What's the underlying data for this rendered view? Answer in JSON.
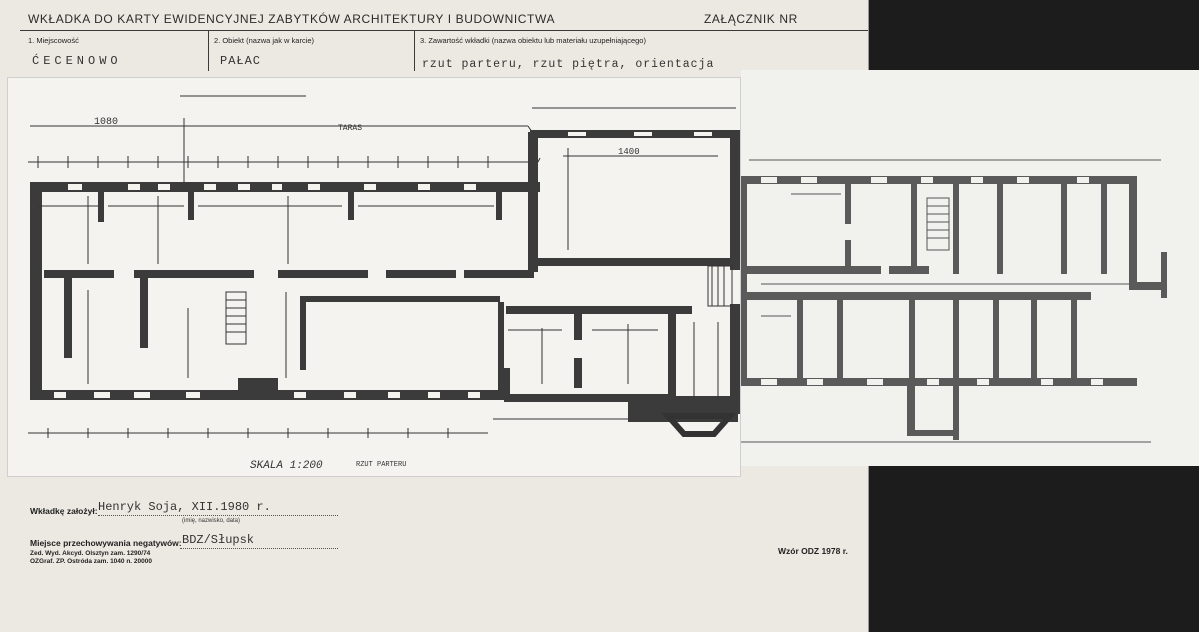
{
  "header": {
    "title": "WKŁADKA DO KARTY EWIDENCYJNEJ ZABYTKÓW ARCHITEKTURY I BUDOWNICTWA",
    "attachment_label": "ZAŁĄCZNIK NR"
  },
  "fields": {
    "place_label": "1. Miejscowość",
    "place_value": "ĆECENOWO",
    "object_label": "2. Obiekt (nazwa jak w karcie)",
    "object_value": "PAŁAC",
    "content_label": "3. Zawartość wkładki (nazwa obiektu lub materiału uzupełniającego)",
    "content_value": "rzut parteru, rzut piętra, orientacja"
  },
  "plan": {
    "scale_caption": "SKALA 1:200",
    "floor_caption": "RZUT PARTERU",
    "terrace_label": "TARAS",
    "dim_overall": "1080",
    "dim_hall": "1400"
  },
  "footer": {
    "author_label": "Wkładkę założył:",
    "author_value": "Henryk Soja, XII.1980 r.",
    "author_hint": "(imię, nazwisko, data)",
    "negatives_label": "Miejsce przechowywania negatywów:",
    "negatives_value": "BDZ/Słupsk",
    "print_line1": "Zed. Wyd. Akcyd. Olsztyn zam. 1290/74",
    "print_line2": "OZGraf. ZP. Ostróda zam. 1040 n. 20000",
    "template_note": "Wzór ODZ 1978 r."
  }
}
